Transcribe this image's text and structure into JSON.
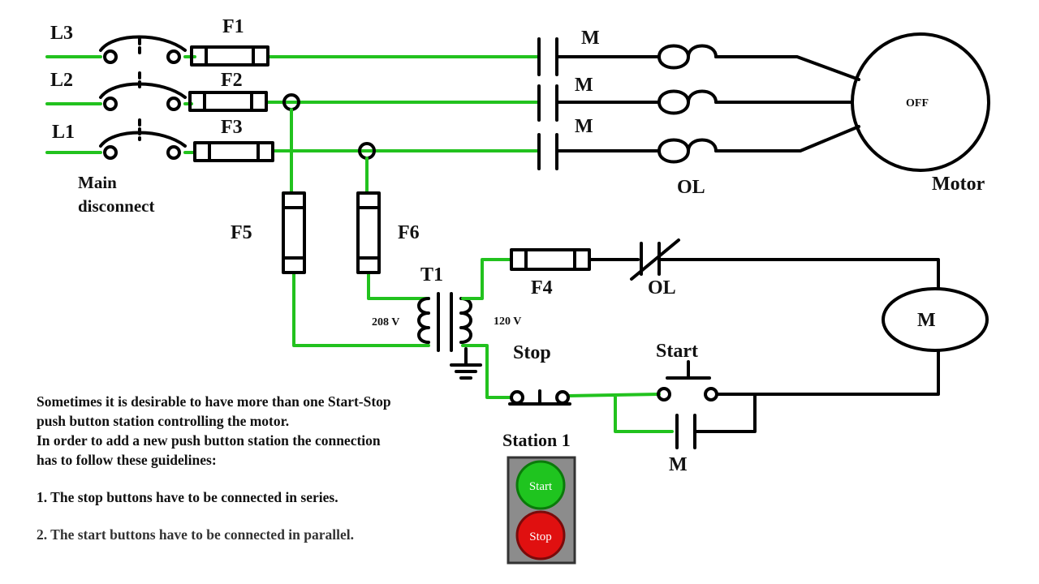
{
  "colors": {
    "live_wire": "#22c21e",
    "wire": "#000000",
    "start_button": "#1fc41f",
    "stop_button": "#e01010",
    "station_panel": "#8c8c8c"
  },
  "labels": {
    "l3": "L3",
    "l2": "L2",
    "l1": "L1",
    "f1": "F1",
    "f2": "F2",
    "f3": "F3",
    "f4": "F4",
    "f5": "F5",
    "f6": "F6",
    "main_disconnect_1": "Main",
    "main_disconnect_2": "disconnect",
    "m_contact_1": "M",
    "m_contact_2": "M",
    "m_contact_3": "M",
    "ol_heater": "OL",
    "motor_status": "OFF",
    "motor": "Motor",
    "t1": "T1",
    "primary_voltage": "208 V",
    "secondary_voltage": "120 V",
    "ol_contact": "OL",
    "coil": "M",
    "stop": "Stop",
    "start": "Start",
    "seal_contact": "M",
    "station": "Station 1",
    "station_start": "Start",
    "station_stop": "Stop"
  },
  "notes": {
    "line1": "Sometimes it is desirable to have more than one Start-Stop",
    "line2": "push button station controlling the motor.",
    "line3": "In order to add a new push button station the connection",
    "line4": "has to follow these guidelines:",
    "rule1": "1. The stop buttons have to be connected in series.",
    "rule2": "2. The start buttons have to be connected in parallel."
  }
}
